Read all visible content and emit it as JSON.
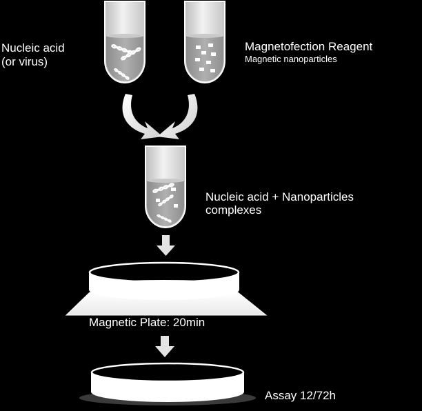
{
  "labels": {
    "nucleic_acid_line1": "Nucleic acid",
    "nucleic_acid_line2": "(or virus)",
    "reagent_title": "Magnetofection Reagent",
    "reagent_subtitle": "Magnetic nanoparticles",
    "complex_line1": "Nucleic acid + Nanoparticles",
    "complex_line2": "complexes",
    "magnetic_plate": "Magnetic Plate: 20min",
    "assay": "Assay 12/72h"
  },
  "colors": {
    "background": "#000000",
    "tube_fill": "#d6d6d6",
    "liquid": "#9a9a9a",
    "arrow": "#e4e4e4",
    "plate": "#ffffff"
  },
  "icons": {
    "dna": "dna-helix-icon",
    "nanoparticle": "nanoparticle-square-icon",
    "curved_arrow": "curved-arrow-icon",
    "down_arrow": "down-arrow-icon"
  }
}
